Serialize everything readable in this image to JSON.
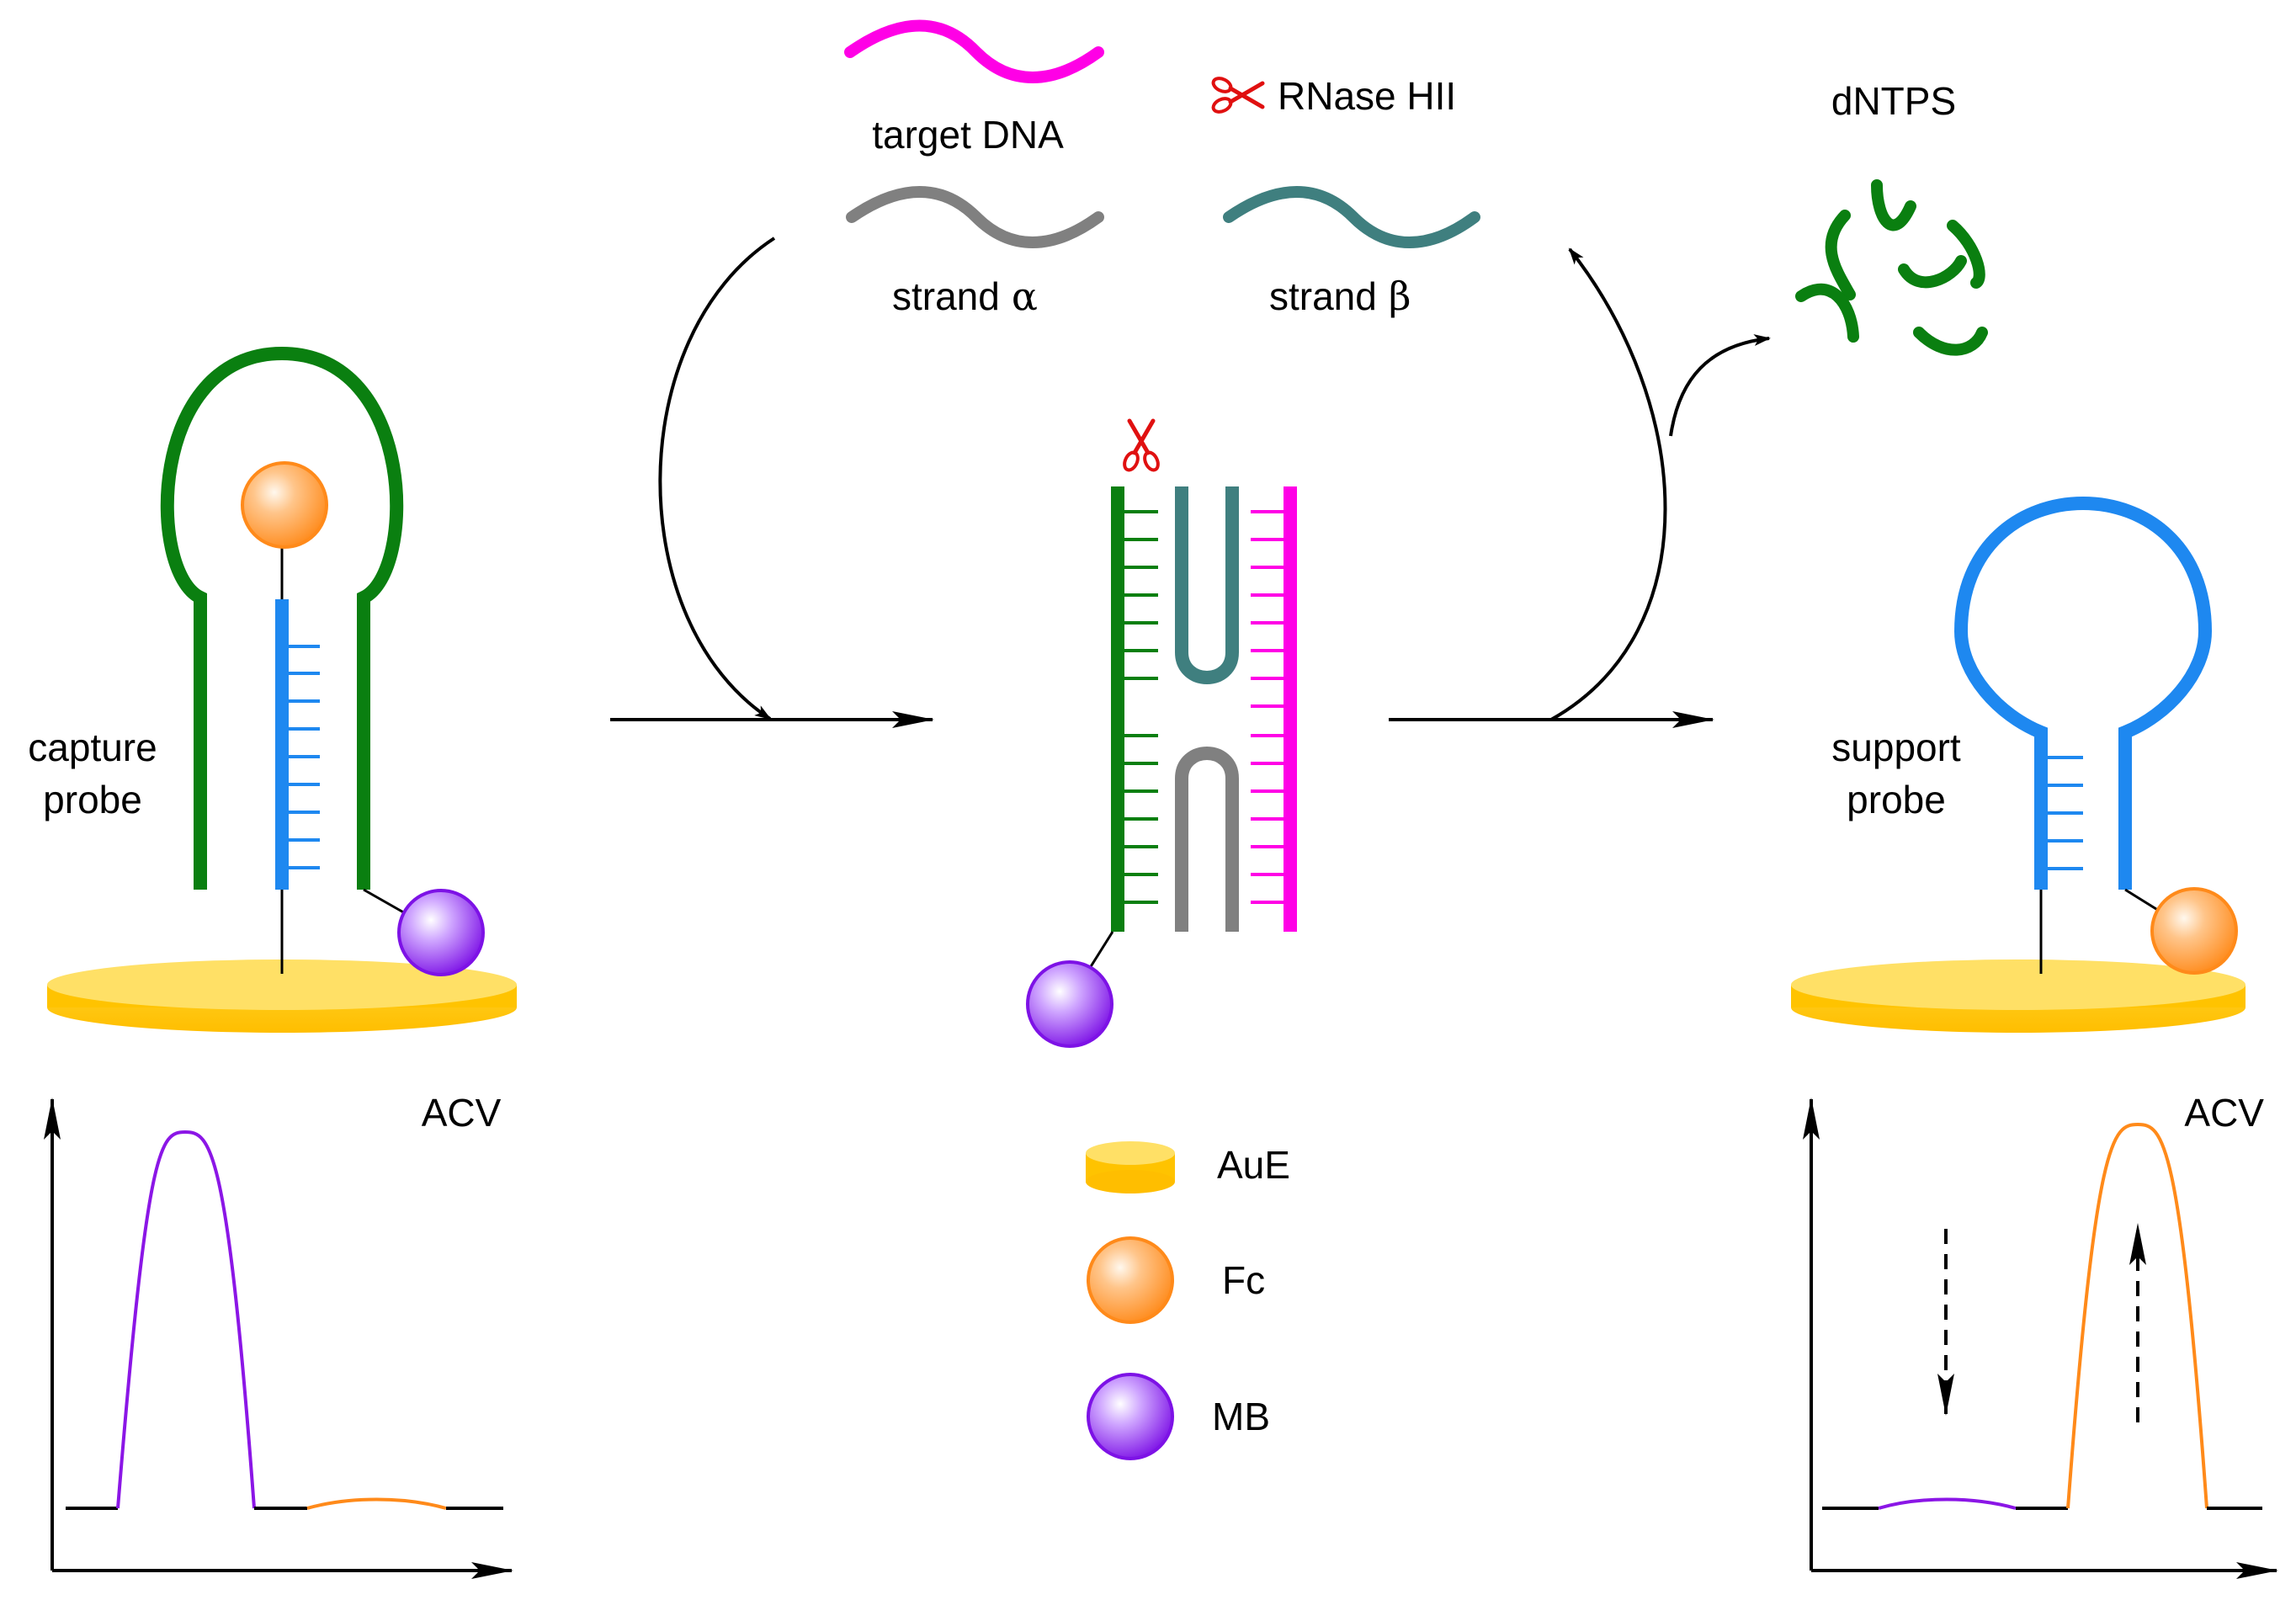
{
  "labels": {
    "target_dna": "target DNA",
    "rnase": "RNase HII",
    "dntps": "dNTPS",
    "strand_alpha_word": "strand",
    "strand_alpha_symbol": "α",
    "strand_beta_word": "strand",
    "strand_beta_symbol": "β",
    "capture_probe_line1": "capture",
    "capture_probe_line2": "probe",
    "support_probe_line1": "support",
    "support_probe_line2": "probe",
    "acv_left": "ACV",
    "acv_right": "ACV"
  },
  "legend": [
    {
      "key": "aue",
      "label": "AuE"
    },
    {
      "key": "fc",
      "label": "Fc"
    },
    {
      "key": "mb",
      "label": "MB"
    }
  ],
  "colors": {
    "target_dna": "#ff00e6",
    "strand_alpha": "#808080",
    "strand_beta": "#3f7f7f",
    "capture_probe": "#0a7f10",
    "blue_strand": "#1e88f0",
    "electrode": "#ffc300",
    "fc_orange": "#ff8a1a",
    "mb_purple": "#7d12e6",
    "scissors": "#e01010",
    "arrow": "#000000"
  },
  "icons": [
    "scissors-icon",
    "arrow-icon"
  ]
}
